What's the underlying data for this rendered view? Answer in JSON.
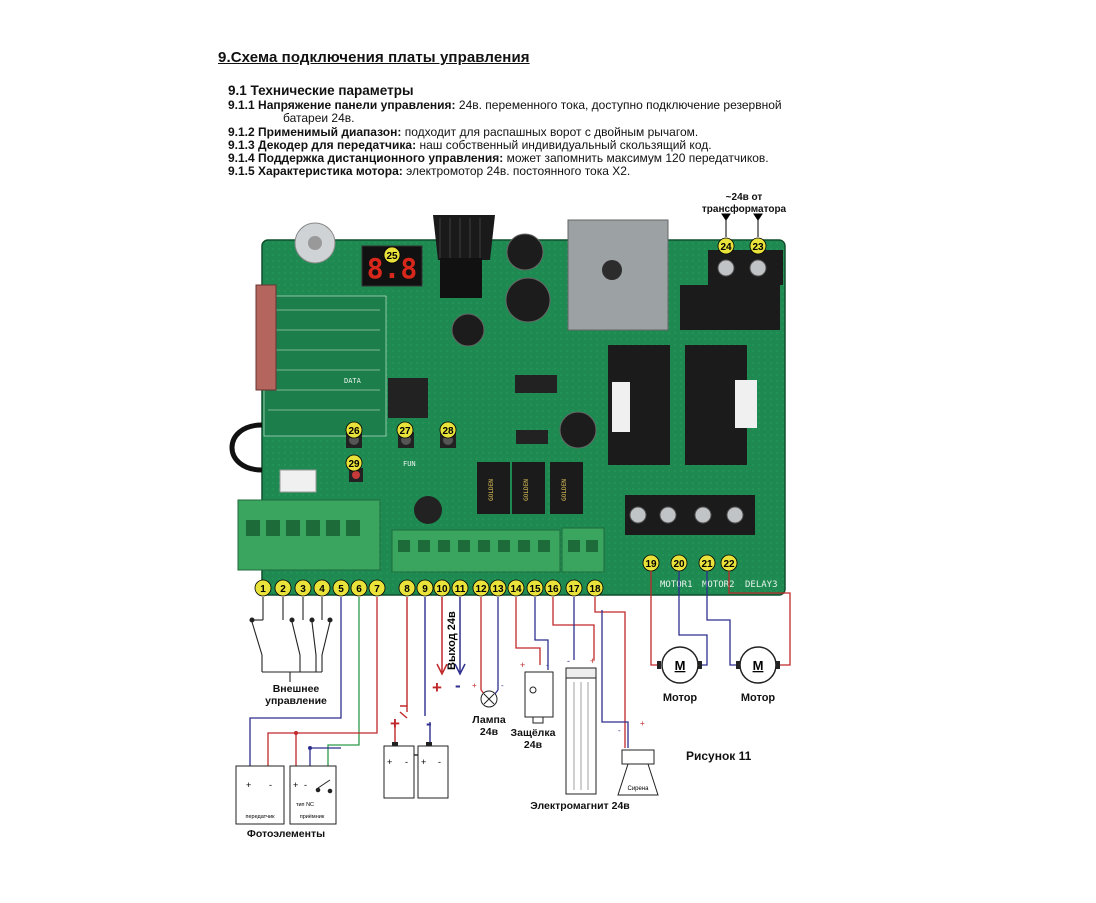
{
  "document": {
    "heading": "9.Схема подключения платы управления",
    "subheading": "9.1 Технические параметры",
    "params": [
      {
        "num": "9.1.1",
        "label": "Напряжение панели управления:",
        "text": "24в. переменного тока, доступно подключение резервной",
        "cont": "батареи 24в."
      },
      {
        "num": "9.1.2",
        "label": "Применимый диапазон:",
        "text": "подходит для распашных ворот с двойным рычагом."
      },
      {
        "num": "9.1.3",
        "label": "Декодер для передатчика:",
        "text": "наш собственный индивидуальный скользящий код."
      },
      {
        "num": "9.1.4",
        "label": "Поддержка дистанционного управления:",
        "text": "может запомнить максимум 120 передатчиков."
      },
      {
        "num": "9.1.5",
        "label": "Характеристика мотора:",
        "text": "электромотор 24в. постоянного тока X2."
      }
    ]
  },
  "diagram": {
    "transformer_label": "~24в от трансформатора",
    "terminal_numbers": [
      "1",
      "2",
      "3",
      "4",
      "5",
      "6",
      "7",
      "8",
      "9",
      "10",
      "11",
      "12",
      "13",
      "14",
      "15",
      "16",
      "17",
      "18",
      "19",
      "20",
      "21",
      "22"
    ],
    "board_markers": [
      "23",
      "24",
      "25",
      "26",
      "27",
      "28",
      "29"
    ],
    "display_digits": "8.8",
    "labels": {
      "external_control": "Внешнее управление",
      "output_24v": "Выход 24в",
      "lamp": "Лампа 24в",
      "latch": "Защёлка 24в",
      "electromagnet": "Электромагнит 24в",
      "siren": "Сирена",
      "motor1": "Мотор",
      "motor2": "Мотор",
      "motor_symbol": "M",
      "photoelements": "Фотоэлементы",
      "transmitter": "передатчик",
      "receiver": "приёмник",
      "nc_type": "тип NC",
      "figure": "Рисунок 11",
      "plus": "+",
      "minus": "-"
    },
    "pcb_silkscreen": {
      "motor1": "MOTOR1",
      "motor2": "MOTOR2",
      "delay": "DELAY3",
      "fun": "FUN",
      "relay_brand": "GOLDEN",
      "data": "DATA"
    },
    "colors": {
      "pcb": "#1e8a52",
      "pcb_dark": "#14653a",
      "terminal": "#3aa55f",
      "wire_red": "#c0282a",
      "wire_blue": "#2e2f8e",
      "wire_green": "#2f9a4a",
      "marker": "#e8e23a"
    }
  }
}
